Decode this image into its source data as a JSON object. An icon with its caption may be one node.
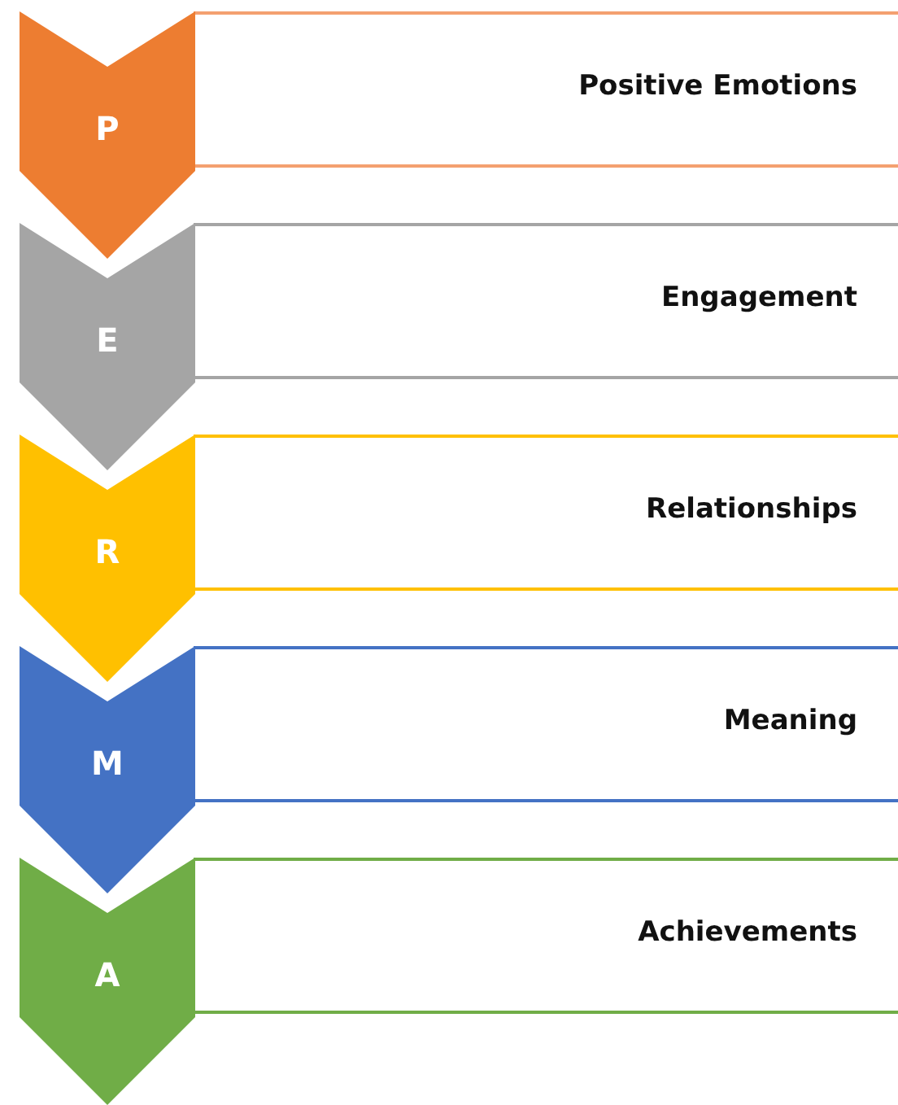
{
  "diagram": {
    "nodes": [
      {
        "text": [
          "P"
        ]
      },
      {
        "text": [
          "Positive Emotions"
        ]
      },
      {
        "text": [
          "E"
        ]
      },
      {
        "text": [
          "Engagement"
        ]
      },
      {
        "text": [
          "R"
        ]
      },
      {
        "text": [
          "Relationships"
        ]
      },
      {
        "text": [
          "M"
        ]
      },
      {
        "text": [
          "Meaning"
        ]
      },
      {
        "text": [
          "A"
        ]
      },
      {
        "text": [
          "Achievements"
        ]
      }
    ],
    "edges": []
  }
}
